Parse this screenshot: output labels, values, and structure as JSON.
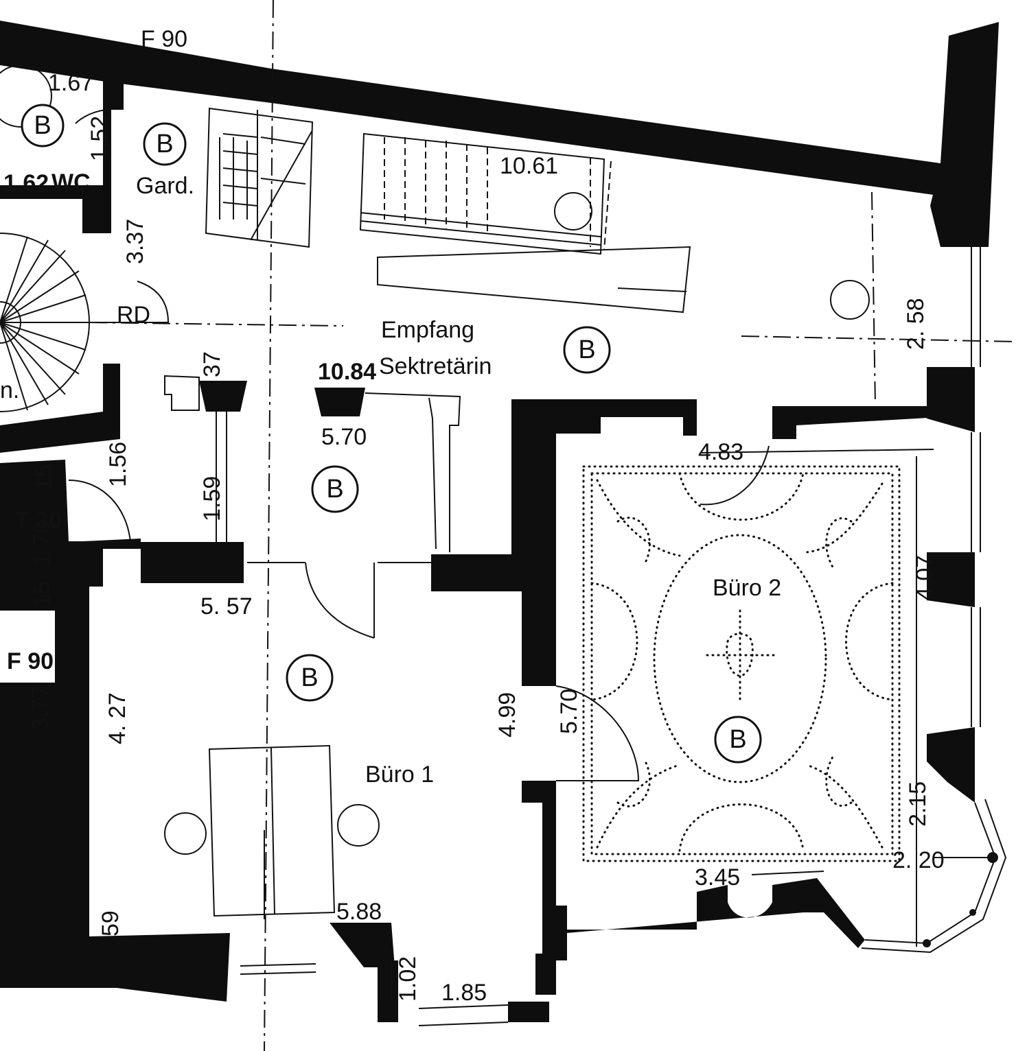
{
  "labels": {
    "fire_top": "F 90",
    "fire_left": "F 90",
    "t30": "T 30",
    "rd": "RD",
    "wc": "WC",
    "gard": "Gard.",
    "empfang": "Empfang",
    "sekretaerin": "Sektretärin",
    "buero1": "Büro 1",
    "buero2": "Büro 2",
    "stair_fragment": "n.",
    "badge_letter": "B"
  },
  "dimensions": {
    "d_1_67": "1.67",
    "d_1_52": "1.52",
    "d_1_62": "1.62",
    "d_3_37": "3.37",
    "d_10_61": "10.61",
    "d_10_84": "10.84",
    "d_37": "37",
    "d_5_70_top": "5.70",
    "d_1_56": "1.56",
    "d_1_59": "1.59",
    "d_1_70": "1.70",
    "d_15a": "15",
    "d_15b": "15",
    "d_5_57": "5. 57",
    "d_3_77": "3.77",
    "d_4_27": "4. 27",
    "d_4_99": "4.99",
    "d_5_70_side": "5.70",
    "d_59": "59",
    "d_5_88": "5.88",
    "d_1_02": "1.02",
    "d_1_85": "1.85",
    "d_4_83": "4.83",
    "d_4_07": "4.07",
    "d_2_58": "2. 58",
    "d_2_15": "2.15",
    "d_2_20": "2. 20",
    "d_3_45": "3.45"
  }
}
